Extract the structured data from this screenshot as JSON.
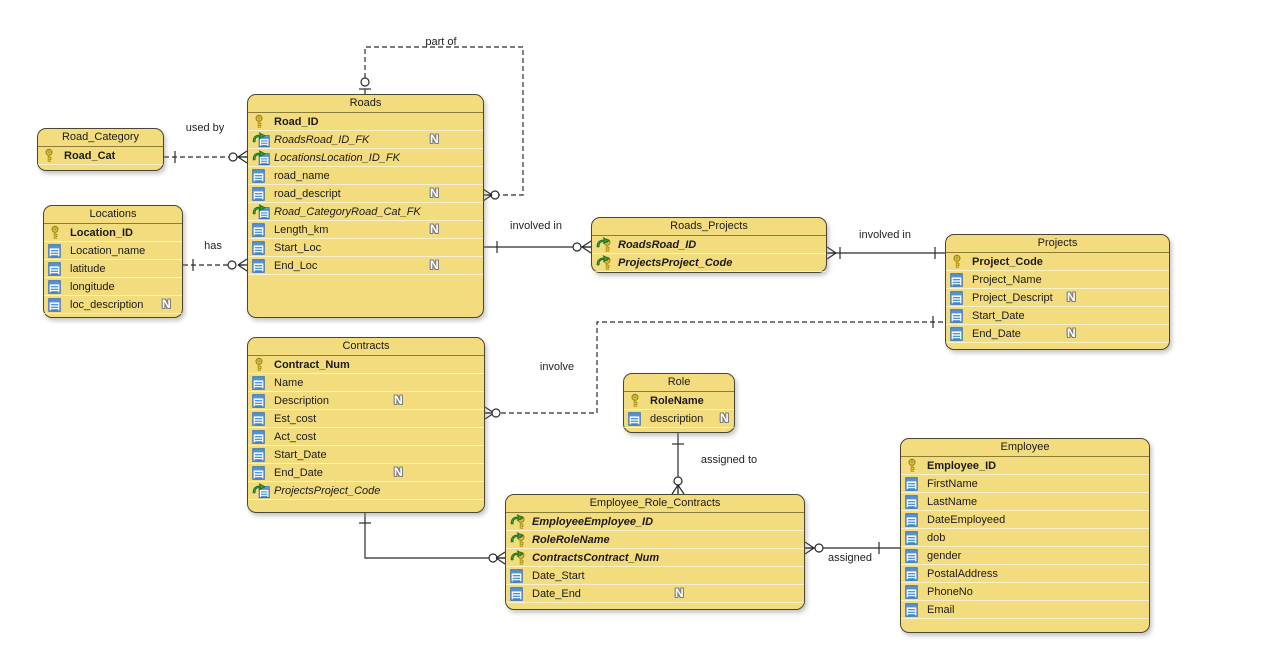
{
  "diagram": {
    "nullable_symbol": "N",
    "colors": {
      "entity_fill": "#F3DC7D",
      "entity_border": "#4A4632",
      "header_divider": "#8A7B36",
      "line": "#2B2B2B",
      "pk_gold": "#EFC93C",
      "fk_green": "#41A33F",
      "column_blue": "#2E6FBE"
    },
    "entities": [
      {
        "id": "road_category",
        "title": "Road_Category",
        "columns": [
          {
            "name": "Road_Cat",
            "icon": "pk",
            "nullable": false
          }
        ]
      },
      {
        "id": "locations",
        "title": "Locations",
        "columns": [
          {
            "name": "Location_ID",
            "icon": "pk",
            "nullable": false
          },
          {
            "name": "Location_name",
            "icon": "col",
            "nullable": false
          },
          {
            "name": "latitude",
            "icon": "col",
            "nullable": false
          },
          {
            "name": "longitude",
            "icon": "col",
            "nullable": false
          },
          {
            "name": "loc_description",
            "icon": "col",
            "nullable": true
          }
        ]
      },
      {
        "id": "roads",
        "title": "Roads",
        "columns": [
          {
            "name": "Road_ID",
            "icon": "pk",
            "nullable": false
          },
          {
            "name": "RoadsRoad_ID_FK",
            "icon": "fk",
            "nullable": true
          },
          {
            "name": "LocationsLocation_ID_FK",
            "icon": "fk",
            "nullable": false
          },
          {
            "name": "road_name",
            "icon": "col",
            "nullable": false
          },
          {
            "name": "road_descript",
            "icon": "col",
            "nullable": true
          },
          {
            "name": "Road_CategoryRoad_Cat_FK",
            "icon": "fk",
            "nullable": false
          },
          {
            "name": "Length_km",
            "icon": "col",
            "nullable": true
          },
          {
            "name": "Start_Loc",
            "icon": "col",
            "nullable": false
          },
          {
            "name": "End_Loc",
            "icon": "col",
            "nullable": true
          }
        ]
      },
      {
        "id": "contracts",
        "title": "Contracts",
        "columns": [
          {
            "name": "Contract_Num",
            "icon": "pk",
            "nullable": false
          },
          {
            "name": "Name",
            "icon": "col",
            "nullable": false
          },
          {
            "name": "Description",
            "icon": "col",
            "nullable": true
          },
          {
            "name": "Est_cost",
            "icon": "col",
            "nullable": false
          },
          {
            "name": "Act_cost",
            "icon": "col",
            "nullable": false
          },
          {
            "name": "Start_Date",
            "icon": "col",
            "nullable": false
          },
          {
            "name": "End_Date",
            "icon": "col",
            "nullable": true
          },
          {
            "name": "ProjectsProject_Code",
            "icon": "fk",
            "nullable": false
          }
        ]
      },
      {
        "id": "roads_projects",
        "title": "Roads_Projects",
        "columns": [
          {
            "name": "RoadsRoad_ID",
            "icon": "pkfk",
            "nullable": false
          },
          {
            "name": "ProjectsProject_Code",
            "icon": "pkfk",
            "nullable": false
          }
        ]
      },
      {
        "id": "projects",
        "title": "Projects",
        "columns": [
          {
            "name": "Project_Code",
            "icon": "pk",
            "nullable": false
          },
          {
            "name": "Project_Name",
            "icon": "col",
            "nullable": false
          },
          {
            "name": "Project_Descript",
            "icon": "col",
            "nullable": true
          },
          {
            "name": "Start_Date",
            "icon": "col",
            "nullable": false
          },
          {
            "name": "End_Date",
            "icon": "col",
            "nullable": true
          }
        ]
      },
      {
        "id": "role",
        "title": "Role",
        "columns": [
          {
            "name": "RoleName",
            "icon": "pk",
            "nullable": false
          },
          {
            "name": "description",
            "icon": "col",
            "nullable": true
          }
        ]
      },
      {
        "id": "erc",
        "title": "Employee_Role_Contracts",
        "columns": [
          {
            "name": "EmployeeEmployee_ID",
            "icon": "pkfk",
            "nullable": false
          },
          {
            "name": "RoleRoleName",
            "icon": "pkfk",
            "nullable": false
          },
          {
            "name": "ContractsContract_Num",
            "icon": "pkfk",
            "nullable": false
          },
          {
            "name": "Date_Start",
            "icon": "col",
            "nullable": false
          },
          {
            "name": "Date_End",
            "icon": "col",
            "nullable": true
          }
        ]
      },
      {
        "id": "employee",
        "title": "Employee",
        "columns": [
          {
            "name": "Employee_ID",
            "icon": "pk",
            "nullable": false
          },
          {
            "name": "FirstName",
            "icon": "col",
            "nullable": false
          },
          {
            "name": "LastName",
            "icon": "col",
            "nullable": false
          },
          {
            "name": "DateEmployeed",
            "icon": "col",
            "nullable": false
          },
          {
            "name": "dob",
            "icon": "col",
            "nullable": false
          },
          {
            "name": "gender",
            "icon": "col",
            "nullable": false
          },
          {
            "name": "PostalAddress",
            "icon": "col",
            "nullable": false
          },
          {
            "name": "PhoneNo",
            "icon": "col",
            "nullable": false
          },
          {
            "name": "Email",
            "icon": "col",
            "nullable": false
          }
        ]
      }
    ],
    "relationships": [
      {
        "id": "part_of",
        "label": "part of",
        "from": "Roads",
        "to": "Roads",
        "from_card": "zero or one",
        "to_card": "zero or many",
        "line": "dashed"
      },
      {
        "id": "used_by",
        "label": "used by",
        "from": "Road_Category",
        "to": "Roads",
        "from_card": "one",
        "to_card": "zero or many",
        "line": "dashed"
      },
      {
        "id": "has",
        "label": "has",
        "from": "Locations",
        "to": "Roads",
        "from_card": "one",
        "to_card": "zero or many",
        "line": "dashed"
      },
      {
        "id": "involved_in_roads",
        "label": "involved in",
        "from": "Roads",
        "to": "Roads_Projects",
        "from_card": "one",
        "to_card": "zero or many",
        "line": "solid"
      },
      {
        "id": "involved_in_projects",
        "label": "involved in",
        "from": "Roads_Projects",
        "to": "Projects",
        "from_card": "one or many",
        "to_card": "one",
        "line": "solid"
      },
      {
        "id": "involve",
        "label": "involve",
        "from": "Projects",
        "to": "Contracts",
        "from_card": "one",
        "to_card": "zero or many",
        "line": "dashed"
      },
      {
        "id": "contracts_erc",
        "label": "",
        "from": "Contracts",
        "to": "Employee_Role_Contracts",
        "from_card": "one",
        "to_card": "zero or many",
        "line": "solid"
      },
      {
        "id": "assigned_to",
        "label": "assigned to",
        "from": "Role",
        "to": "Employee_Role_Contracts",
        "from_card": "one",
        "to_card": "zero or many",
        "line": "solid"
      },
      {
        "id": "assigned",
        "label": "assigned",
        "from": "Employee",
        "to": "Employee_Role_Contracts",
        "from_card": "one",
        "to_card": "zero or many",
        "line": "solid"
      }
    ]
  }
}
